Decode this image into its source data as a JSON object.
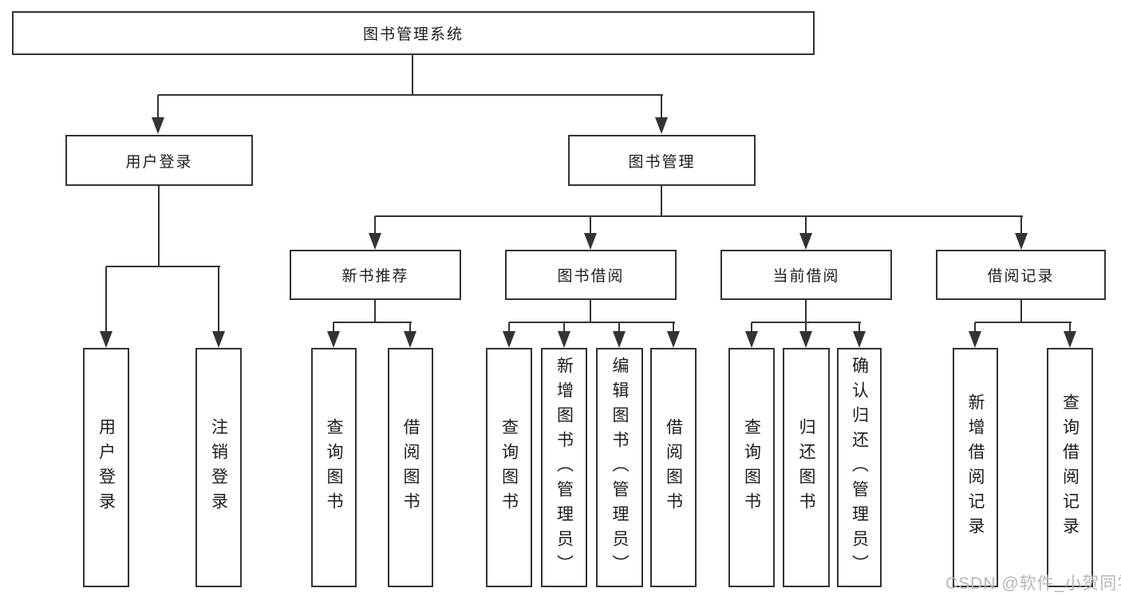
{
  "diagram": {
    "root": {
      "label": "图书管理系统"
    },
    "level2": [
      {
        "id": "user-login",
        "label": "用户登录"
      },
      {
        "id": "book-management",
        "label": "图书管理"
      }
    ],
    "level3": [
      {
        "id": "new-book-recommend",
        "label": "新书推荐"
      },
      {
        "id": "book-borrowing",
        "label": "图书借阅"
      },
      {
        "id": "current-borrowing",
        "label": "当前借阅"
      },
      {
        "id": "borrowing-records",
        "label": "借阅记录"
      }
    ],
    "leaves": [
      {
        "id": "user-login",
        "label": "用户登录"
      },
      {
        "id": "logout",
        "label": "注销登录"
      },
      {
        "id": "query-books-1",
        "label": "查询图书"
      },
      {
        "id": "borrow-books-1",
        "label": "借阅图书"
      },
      {
        "id": "query-books-2",
        "label": "查询图书"
      },
      {
        "id": "add-books-admin",
        "label": "新增图书（管理员）"
      },
      {
        "id": "edit-books-admin",
        "label": "编辑图书（管理员）"
      },
      {
        "id": "borrow-books-2",
        "label": "借阅图书"
      },
      {
        "id": "query-books-3",
        "label": "查询图书"
      },
      {
        "id": "return-books",
        "label": "归还图书"
      },
      {
        "id": "confirm-return-admin",
        "label": "确认归还（管理员）"
      },
      {
        "id": "add-borrow-record",
        "label": "新增借阅记录"
      },
      {
        "id": "query-borrow-record",
        "label": "查询借阅记录"
      }
    ],
    "watermark": "CSDN @软件_小贺同学"
  },
  "colors": {
    "line": "#333333",
    "text": "#1c1c1c",
    "background": "#ffffff",
    "watermark": "#b9b6b6"
  }
}
